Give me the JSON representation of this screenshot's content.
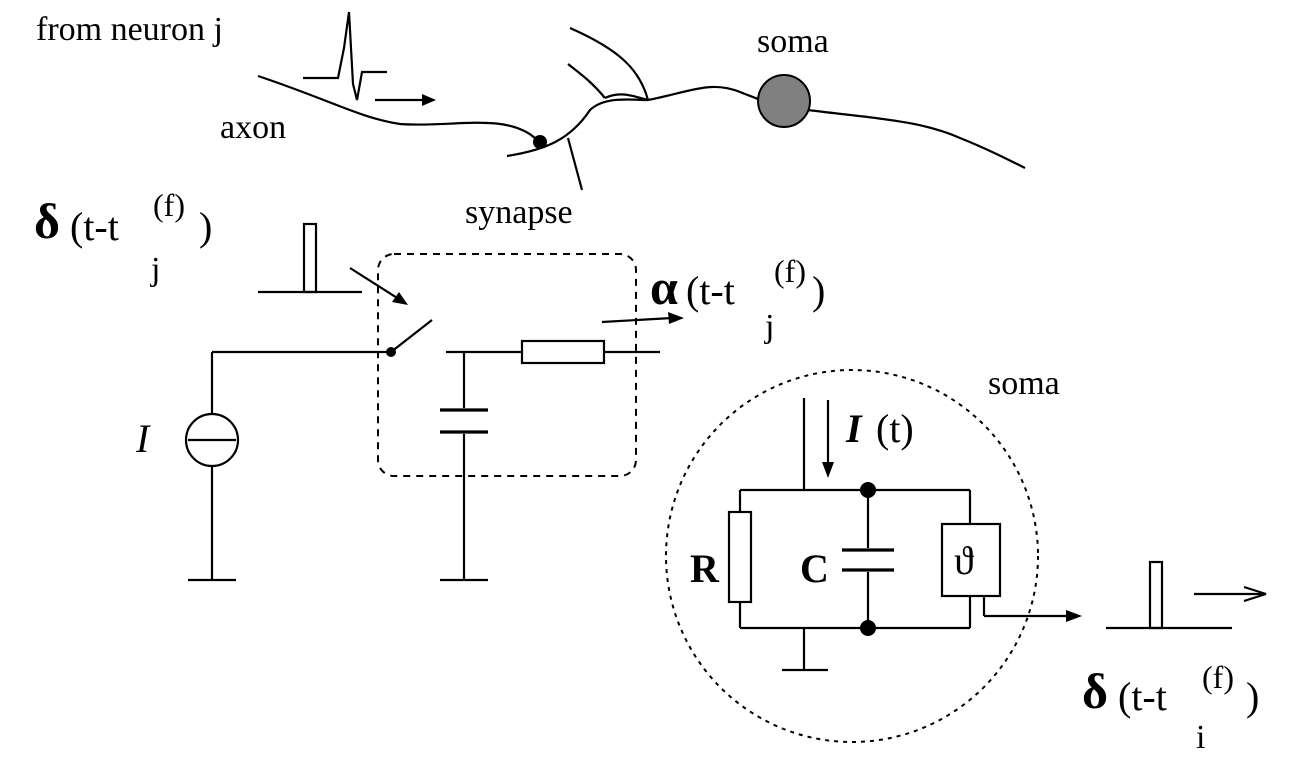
{
  "neuron": {
    "from_label": "from neuron j",
    "axon_label": "axon",
    "synapse_label": "synapse",
    "soma_label": "soma"
  },
  "input_spike": {
    "delta": "δ",
    "expr": "(t-t",
    "sub": "j",
    "sup": "(f)",
    "close": ")"
  },
  "synaptic_output": {
    "alpha": "α",
    "expr": "(t-t",
    "sub": "j",
    "sup": "(f)",
    "close": ")"
  },
  "current_source": {
    "label": "I"
  },
  "soma_circuit": {
    "soma_label": "soma",
    "current_italic": "I",
    "current_arg": "(t)",
    "resistor_label": "R",
    "capacitor_label": "C",
    "threshold_label": "ϑ"
  },
  "output_spike": {
    "delta": "δ",
    "expr": "(t-t",
    "sub": "i",
    "sup": "(f)",
    "close": ")"
  },
  "colors": {
    "soma_fill": "#808080",
    "line": "#000000"
  }
}
